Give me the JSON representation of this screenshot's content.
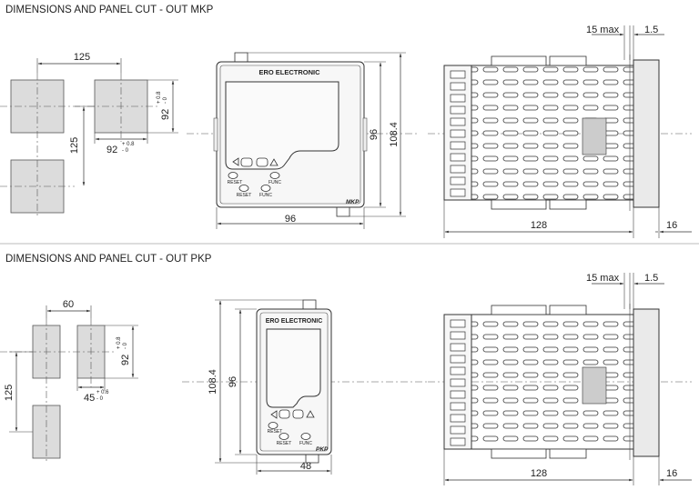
{
  "mkp": {
    "title": "DIMENSIONS AND PANEL CUT - OUT MKP",
    "cutout": {
      "spacing": "125",
      "spacing_v": "125",
      "width": "92",
      "width_tol_plus": "+ 0.8",
      "width_tol_minus": "- 0",
      "height": "92",
      "height_tol_plus": "+ 0.8",
      "height_tol_minus": "- 0"
    },
    "front": {
      "brand": "ERO ELECTRONIC",
      "reset": "RESET",
      "func": "FUNC",
      "model": "MKP",
      "width": "96",
      "height": "96",
      "overall_height": "108.4"
    },
    "side": {
      "max_label": "15 max",
      "thickness": "1.5",
      "depth": "128",
      "front_depth": "16"
    }
  },
  "pkp": {
    "title": "DIMENSIONS AND PANEL CUT - OUT PKP",
    "cutout": {
      "spacing": "60",
      "spacing_v": "125",
      "width": "45",
      "width_tol_plus": "+ 0.6",
      "width_tol_minus": "- 0",
      "height": "92",
      "height_tol_plus": "+ 0.8",
      "height_tol_minus": "- 0"
    },
    "front": {
      "brand": "ERO ELECTRONIC",
      "reset": "RESET",
      "func": "FUNC",
      "model": "PKP",
      "width": "48",
      "height": "96",
      "overall_height": "108.4"
    },
    "side": {
      "max_label": "15 max",
      "thickness": "1.5",
      "depth": "128",
      "front_depth": "16"
    }
  }
}
